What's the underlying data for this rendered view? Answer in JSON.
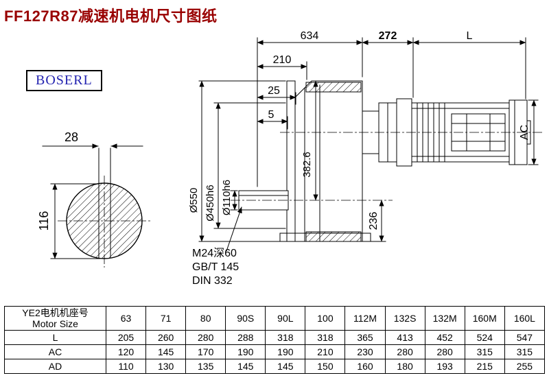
{
  "page": {
    "title": "FF127R87减速机电机尺寸图纸",
    "logo": "BOSERL"
  },
  "drawing": {
    "dims": {
      "total_length": "634",
      "mid_length": "272",
      "motor_length": "L",
      "d210": "210",
      "d25": "25",
      "d5": "5",
      "key_width": "28",
      "shaft_height": "116",
      "flange_dia": "Ø550",
      "spigot_dia": "Ø450h6",
      "shaft_dia": "Ø110h6",
      "center_height_top": "382.6",
      "center_height_bottom": "236",
      "motor_height": "AC"
    },
    "notes": {
      "tapped_hole": "M24深60",
      "standard1": "GB/T 145",
      "standard2": "DIN 332"
    }
  },
  "table": {
    "header_cn": "YE2电机机座号",
    "header_en": "Motor Size",
    "sizes": [
      "63",
      "71",
      "80",
      "90S",
      "90L",
      "100",
      "112M",
      "132S",
      "132M",
      "160M",
      "160L"
    ],
    "rows": [
      {
        "label": "L",
        "values": [
          "205",
          "260",
          "280",
          "288",
          "318",
          "318",
          "365",
          "413",
          "452",
          "524",
          "547"
        ]
      },
      {
        "label": "AC",
        "values": [
          "120",
          "145",
          "170",
          "190",
          "190",
          "210",
          "230",
          "280",
          "280",
          "315",
          "315"
        ]
      },
      {
        "label": "AD",
        "values": [
          "110",
          "130",
          "135",
          "145",
          "145",
          "150",
          "160",
          "180",
          "193",
          "215",
          "255"
        ]
      }
    ]
  }
}
